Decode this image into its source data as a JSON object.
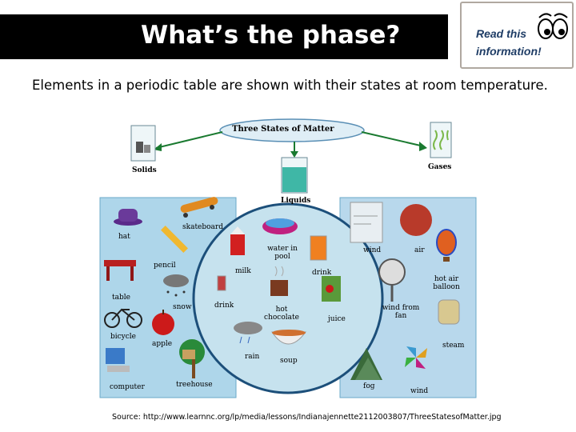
{
  "slide": {
    "title": "What’s the phase?",
    "note_line1": "Read this",
    "note_line2": "information!",
    "subtitle": "Elements in a periodic table are shown with their states at room temperature.",
    "source": "Source: http://www.learnnc.org/lp/media/lessons/Indianajennette2112003807/ThreeStatesofMatter.jpg"
  },
  "diagram": {
    "banner": "Three States of Matter",
    "states": {
      "solids": "Solids",
      "liquids": "Liquids",
      "gases": "Gases"
    },
    "solid_items": [
      "hat",
      "skateboard",
      "pencil",
      "table",
      "snow",
      "bicycle",
      "apple",
      "computer",
      "treehouse"
    ],
    "liquid_items": [
      "water in pool",
      "milk",
      "drink",
      "drink",
      "hot chocolate",
      "juice",
      "rain",
      "soup"
    ],
    "gas_items": [
      "wind",
      "air",
      "hot air balloon",
      "wind from fan",
      "steam",
      "fog",
      "wind"
    ]
  },
  "colors": {
    "title_bar": "#000000",
    "note_text": "#1f3d66",
    "solids_panel": "#aed6ea",
    "gases_panel": "#b8d8ec",
    "liquids_circle": "#c6e2ee"
  }
}
